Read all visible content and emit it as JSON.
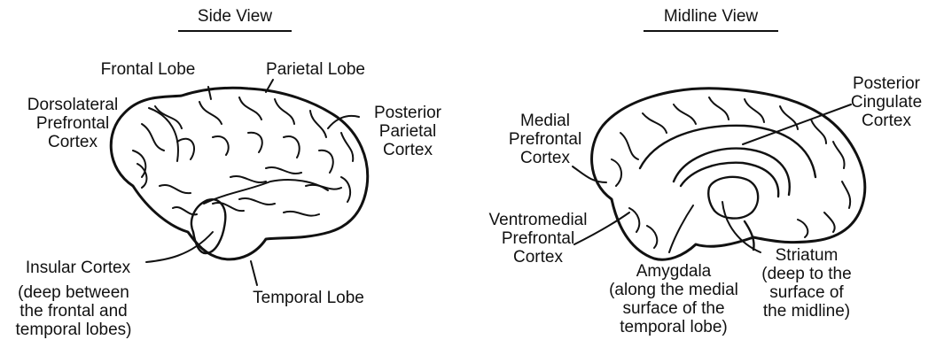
{
  "side_view": {
    "heading": "Side View",
    "labels": {
      "frontal_lobe": "Frontal Lobe",
      "parietal_lobe": "Parietal Lobe",
      "dlpfc": [
        "Dorsolateral",
        "Prefrontal",
        "Cortex"
      ],
      "posterior_parietal": [
        "Posterior",
        "Parietal",
        "Cortex"
      ],
      "insular": [
        "Insular Cortex"
      ],
      "insular_note": [
        "(deep between",
        "the frontal and",
        "temporal lobes)"
      ],
      "temporal_lobe": "Temporal Lobe"
    }
  },
  "midline_view": {
    "heading": "Midline View",
    "labels": {
      "pcc": [
        "Posterior",
        "Cingulate",
        "Cortex"
      ],
      "mpfc": [
        "Medial",
        "Prefrontal",
        "Cortex"
      ],
      "vmpfc": [
        "Ventromedial",
        "Prefrontal",
        "Cortex"
      ],
      "amygdala": [
        "Amygdala",
        "(along the medial",
        "surface of the",
        "temporal lobe)"
      ],
      "striatum": [
        "Striatum",
        "(deep to the",
        "surface of",
        "the midline)"
      ]
    }
  }
}
